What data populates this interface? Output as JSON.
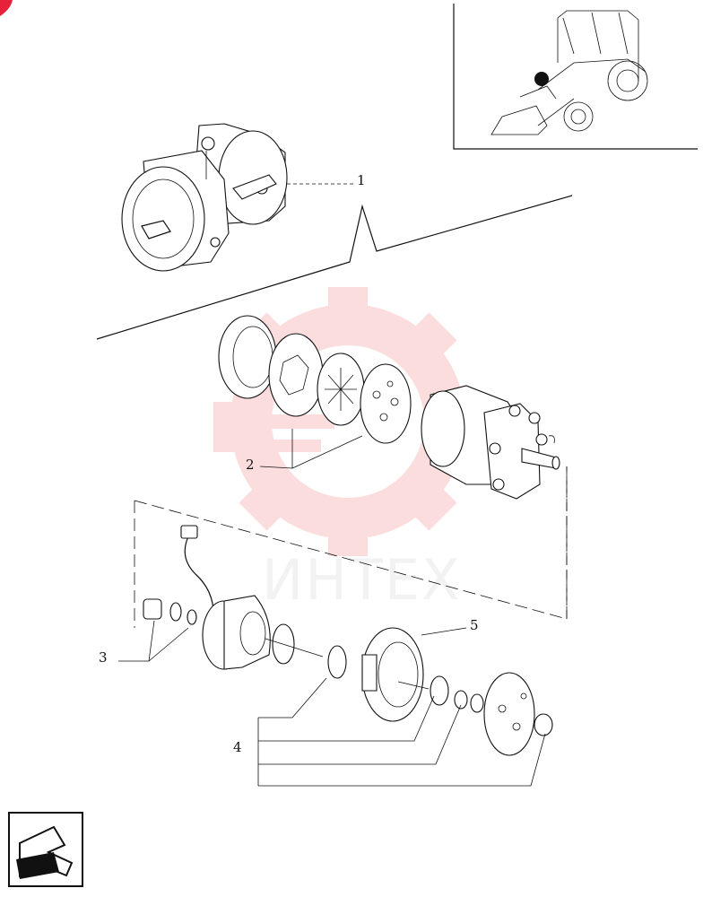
{
  "callouts": {
    "c1": "1",
    "c2": "2",
    "c3": "3",
    "c4": "4",
    "c5": "5"
  },
  "watermark": {
    "text": "ИНТЕХ",
    "color": "#f26a6a"
  },
  "colors": {
    "ink": "#111111",
    "accent": "#e8213a"
  },
  "icons": {
    "corner_mark": "red-corner-mark",
    "nav": "arrow-down-left-icon",
    "locator": "tractor-locator-icon"
  }
}
